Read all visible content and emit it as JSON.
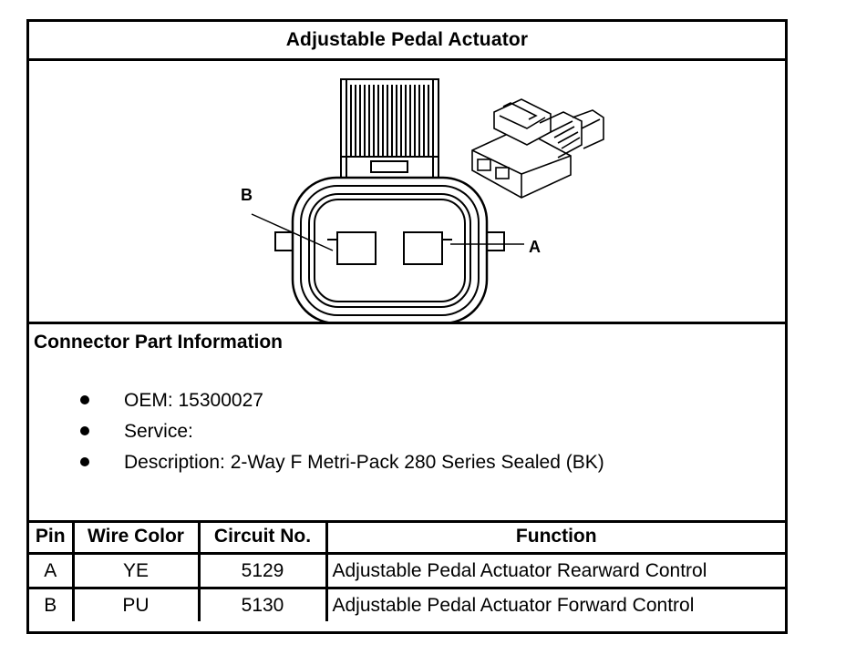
{
  "title": "Adjustable Pedal Actuator",
  "drawing": {
    "pin_labels": {
      "a": "A",
      "b": "B"
    },
    "icons": [
      "connector-face-icon",
      "connector-3d-icon"
    ]
  },
  "info": {
    "heading": "Connector Part Information",
    "items": [
      "OEM: 15300027",
      "Service:",
      "Description: 2-Way F Metri-Pack 280 Series Sealed (BK)"
    ]
  },
  "table": {
    "headers": [
      "Pin",
      "Wire Color",
      "Circuit No.",
      "Function"
    ],
    "rows": [
      {
        "pin": "A",
        "color": "YE",
        "circuit": "5129",
        "function": "Adjustable Pedal Actuator Rearward Control"
      },
      {
        "pin": "B",
        "color": "PU",
        "circuit": "5130",
        "function": "Adjustable Pedal Actuator Forward Control"
      }
    ]
  }
}
